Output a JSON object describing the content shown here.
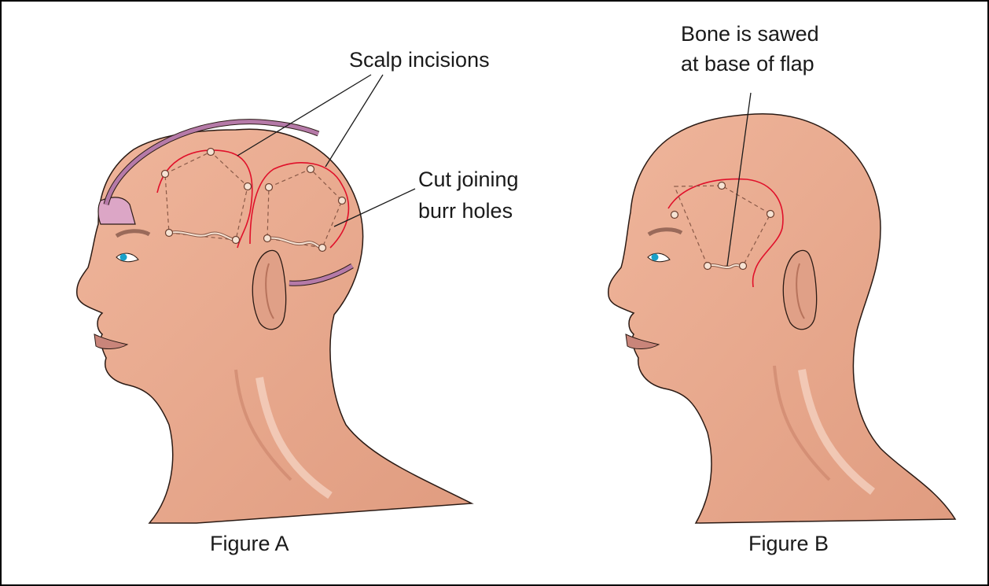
{
  "figure_a": {
    "caption": "Figure A",
    "label_scalp": "Scalp incisions",
    "label_cut_line1": "Cut joining",
    "label_cut_line2": "burr holes"
  },
  "figure_b": {
    "caption": "Figure B",
    "label_bone_line1": "Bone is sawed",
    "label_bone_line2": "at base of flap"
  },
  "colors": {
    "skin": "#e8a98f",
    "skin_shadow": "#d48f74",
    "outline": "#2a1a14",
    "incision": "#e0102a",
    "headband": "#b57aa8",
    "burr_hole": "#f6e3d4",
    "dashed_line": "#8a5a48"
  }
}
